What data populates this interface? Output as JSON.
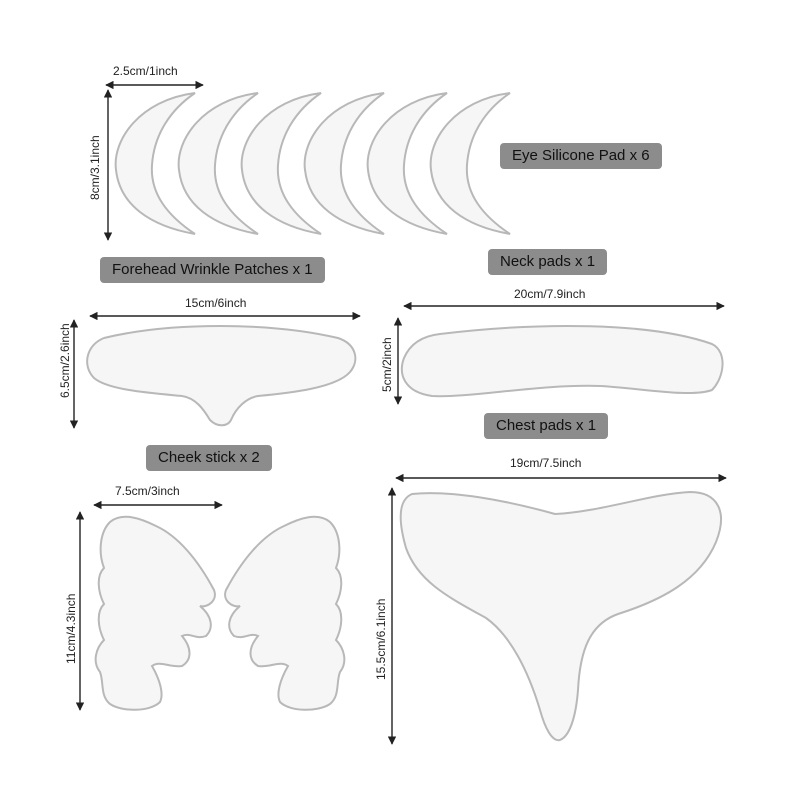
{
  "colors": {
    "label_bg": "#8c8c8c",
    "pad_fill": "#f6f6f6",
    "pad_edge": "#b8b8b8",
    "dimension_line": "#222222"
  },
  "eye": {
    "label": "Eye Silicone Pad x 6",
    "width_dim": "2.5cm/1inch",
    "height_dim": "8cm/3.1inch",
    "count": 6
  },
  "forehead": {
    "label": "Forehead Wrinkle Patches x 1",
    "width_dim": "15cm/6inch",
    "height_dim": "6.5cm/2.6inch"
  },
  "neck": {
    "label": "Neck pads x 1",
    "width_dim": "20cm/7.9inch",
    "height_dim": "5cm/2inch"
  },
  "cheek": {
    "label": "Cheek stick x 2",
    "width_dim": "7.5cm/3inch",
    "height_dim": "11cm/4.3inch"
  },
  "chest": {
    "label": "Chest pads x 1",
    "width_dim": "19cm/7.5inch",
    "height_dim": "15.5cm/6.1inch"
  }
}
